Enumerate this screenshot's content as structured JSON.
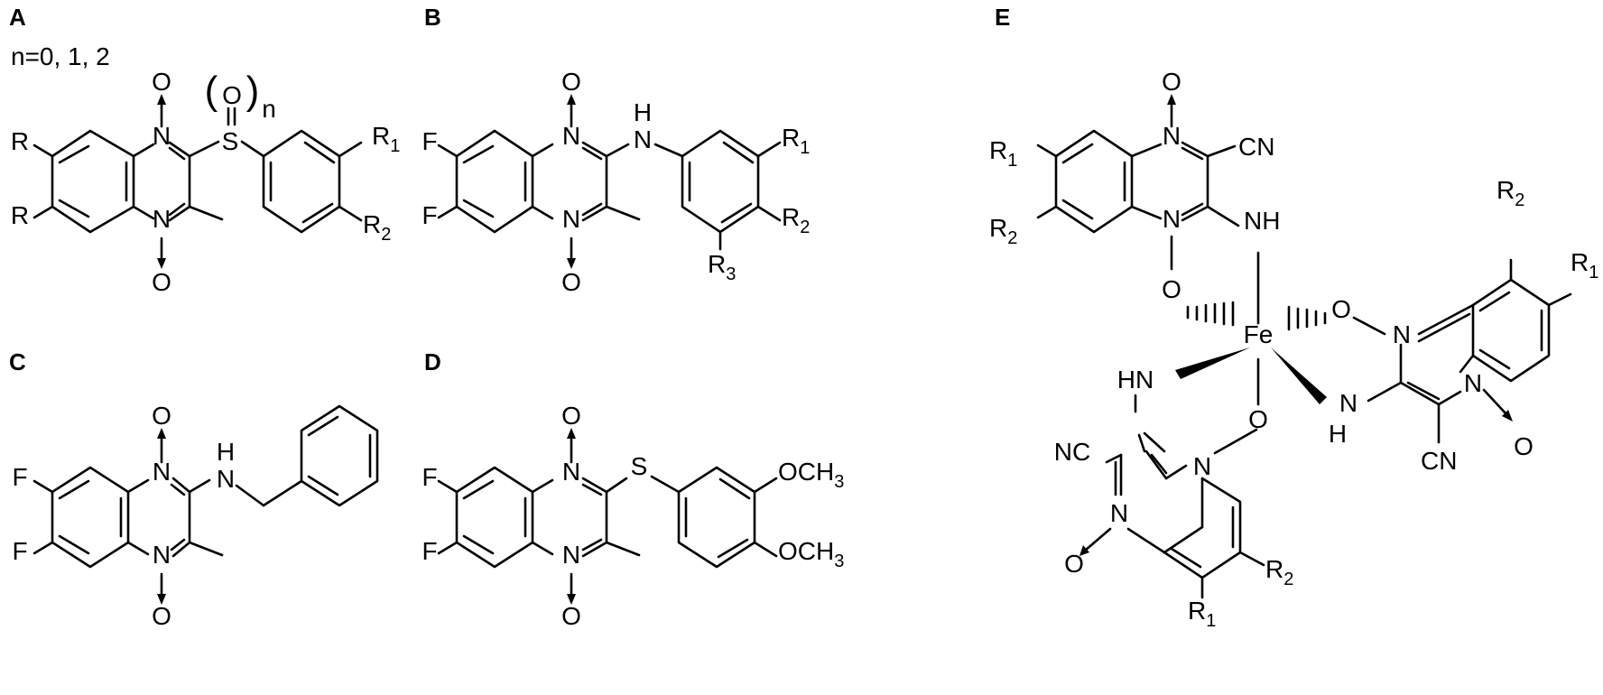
{
  "panels": {
    "A": {
      "label": "A",
      "note": "n=0, 1, 2",
      "atoms": {
        "n_top": "N",
        "n_bot": "N",
        "o_top": "O",
        "o_bot": "O",
        "s": "S",
        "o_sulf": "O",
        "paren_l": "(",
        "paren_r": ")",
        "n_sub": "n",
        "r_top": "R",
        "r_bot": "R",
        "r1": "R",
        "r1_sub": "1",
        "r2": "R",
        "r2_sub": "2"
      }
    },
    "B": {
      "label": "B",
      "atoms": {
        "n_top": "N",
        "n_bot": "N",
        "o_top": "O",
        "o_bot": "O",
        "h": "H",
        "nh_n": "N",
        "f_top": "F",
        "f_bot": "F",
        "r1": "R",
        "r1_sub": "1",
        "r2": "R",
        "r2_sub": "2",
        "r3": "R",
        "r3_sub": "3"
      }
    },
    "C": {
      "label": "C",
      "atoms": {
        "n_top": "N",
        "n_bot": "N",
        "o_top": "O",
        "o_bot": "O",
        "h": "H",
        "nh_n": "N",
        "f_top": "F",
        "f_bot": "F"
      }
    },
    "D": {
      "label": "D",
      "atoms": {
        "n_top": "N",
        "n_bot": "N",
        "o_top": "O",
        "o_bot": "O",
        "s": "S",
        "f_top": "F",
        "f_bot": "F",
        "och3_top": "OCH",
        "och3_top_sub": "3",
        "och3_bot": "OCH",
        "och3_bot_sub": "3"
      }
    },
    "E": {
      "label": "E",
      "atoms": {
        "fe": "Fe",
        "l1_n_top": "N",
        "l1_n_bot": "N",
        "l1_o_top": "O",
        "l1_o_fe": "O",
        "l1_cn": "CN",
        "l1_nh": "NH",
        "l1_r1": "R",
        "l1_r1_sub": "1",
        "l1_r2": "R",
        "l1_r2_sub": "2",
        "l2_n_left": "N",
        "l2_n_right": "N",
        "l2_o_fe": "O",
        "l2_o_out": "O",
        "l2_n_nh": "N",
        "l2_h": "H",
        "l2_cn": "CN",
        "l2_r1": "R",
        "l2_r1_sub": "1",
        "l2_r2": "R",
        "l2_r2_sub": "2",
        "l3_n_top": "N",
        "l3_n_bot": "N",
        "l3_o_fe": "O",
        "l3_o_out": "O",
        "l3_hn": "HN",
        "l3_nc": "NC",
        "l3_r1": "R",
        "l3_r1_sub": "1",
        "l3_r2": "R",
        "l3_r2_sub": "2"
      }
    }
  }
}
